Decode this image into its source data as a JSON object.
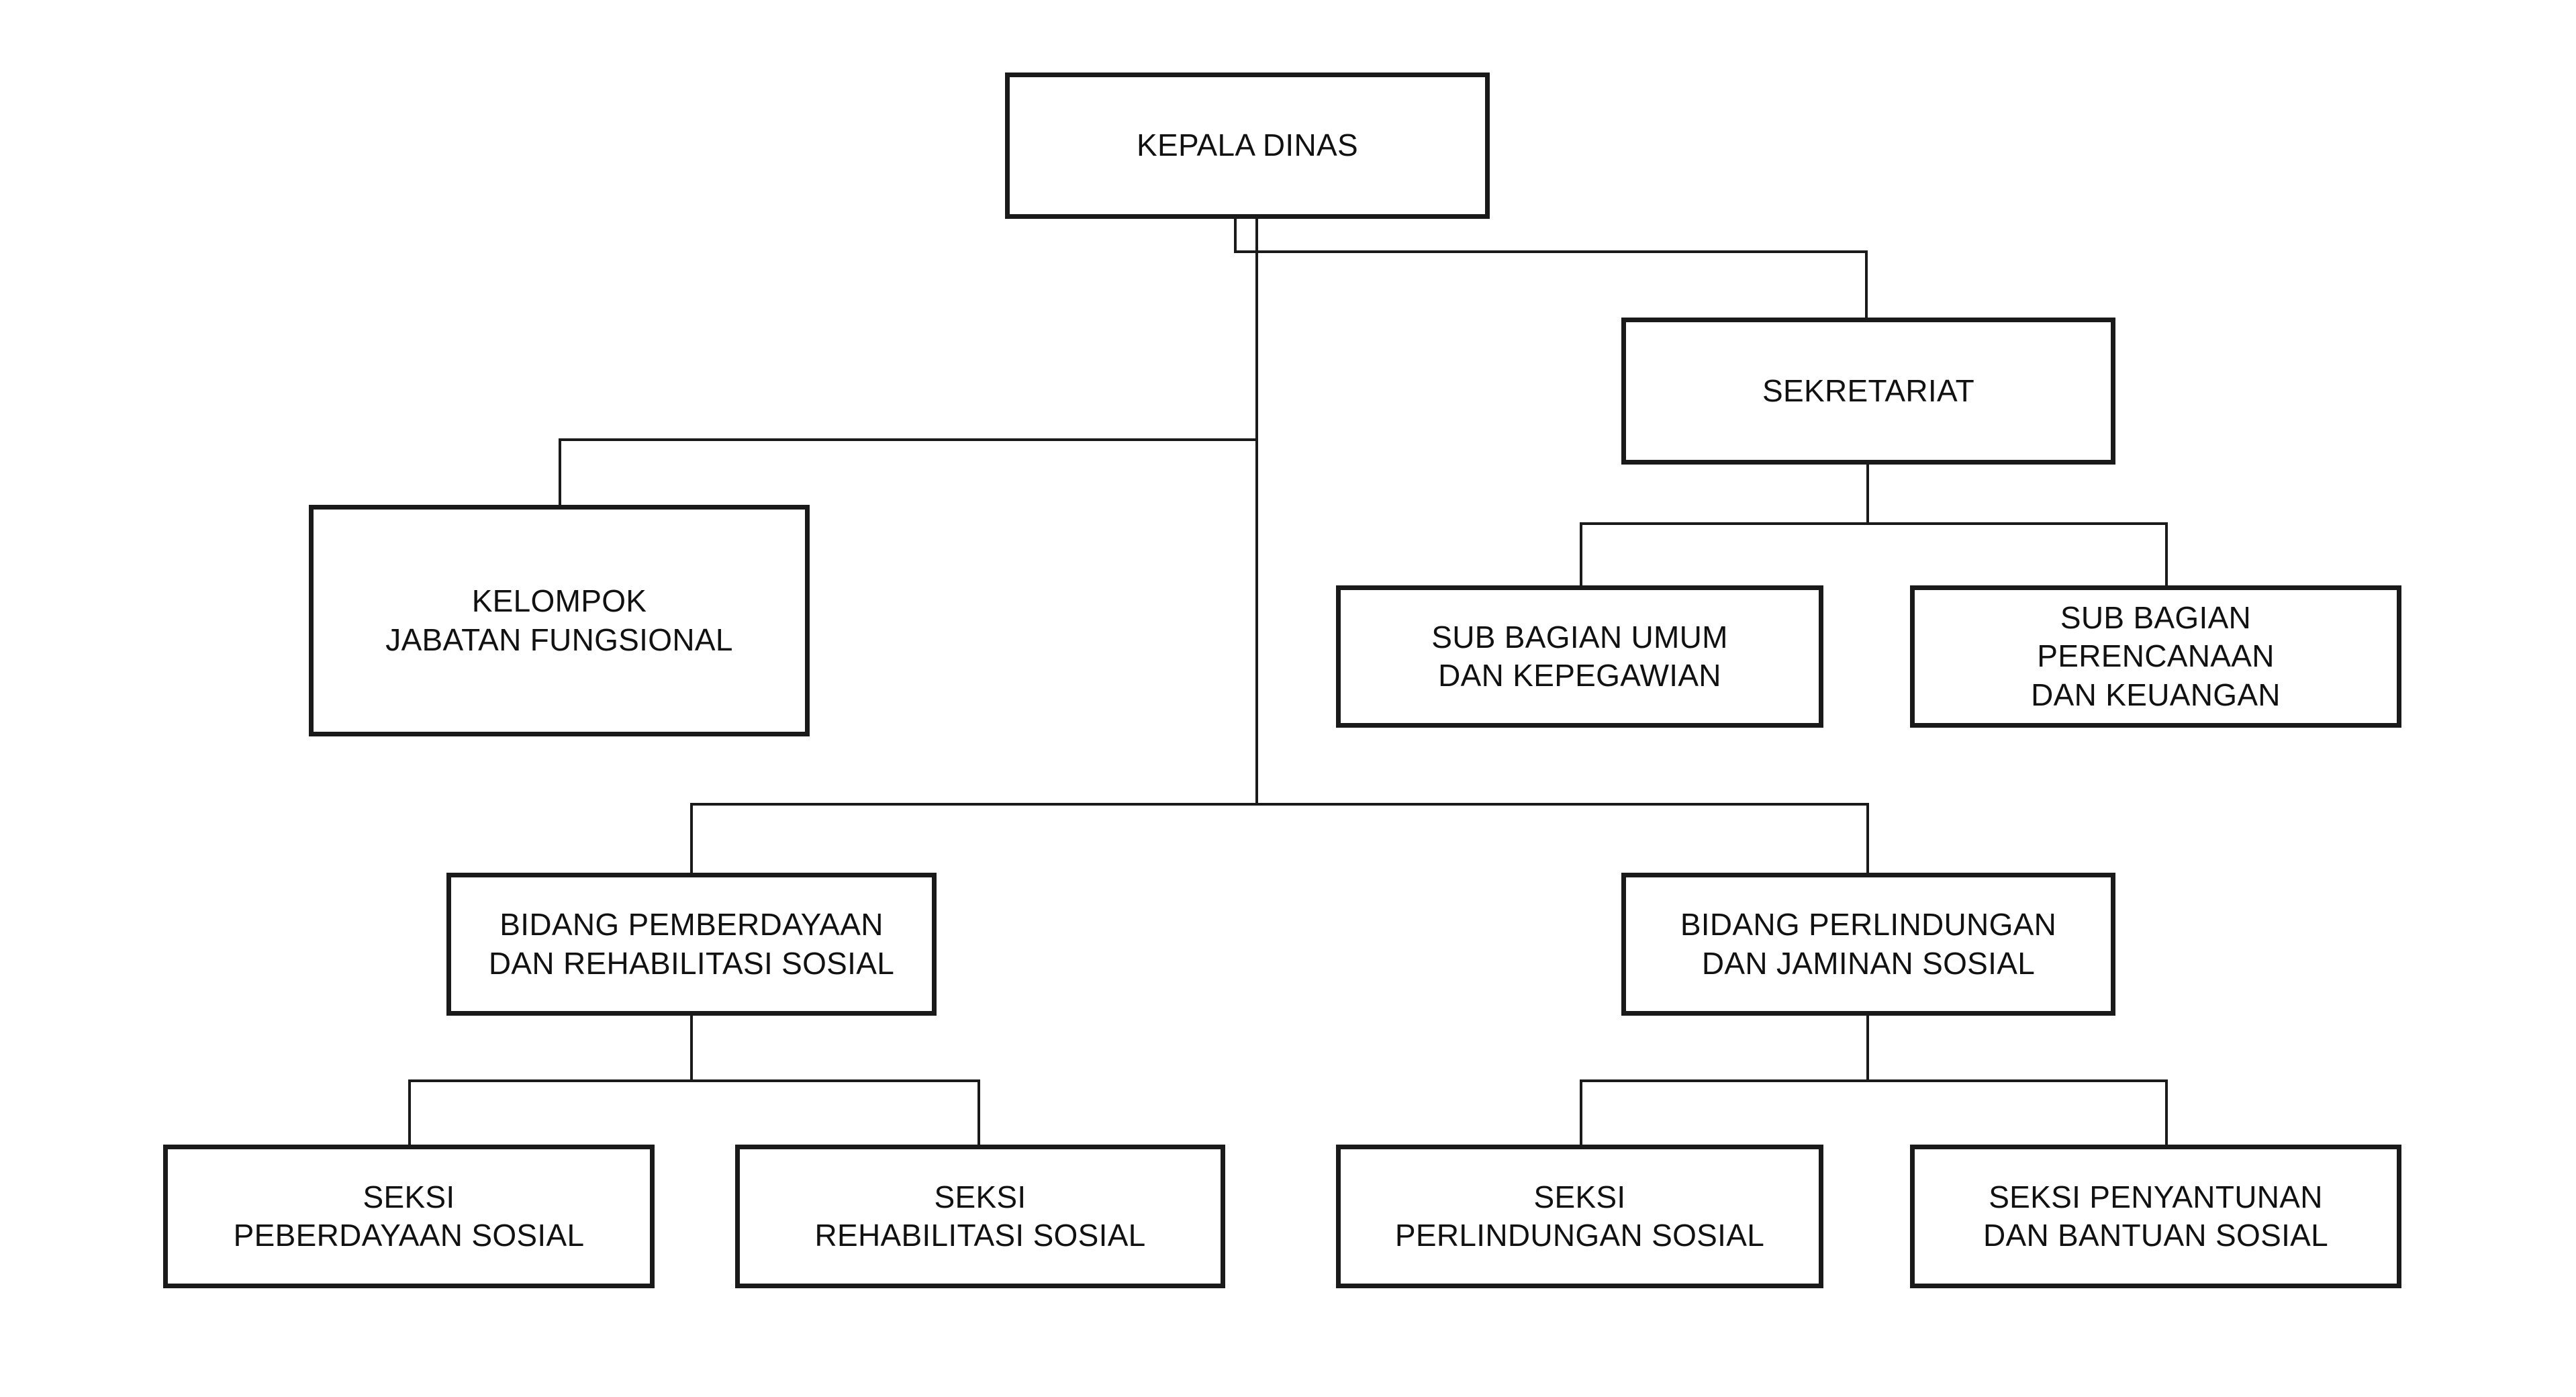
{
  "document": {
    "type": "organizational-chart",
    "background_color": "#ffffff",
    "line_color": "#1a1a1a",
    "text_color": "#111111"
  },
  "nodes": {
    "kepala_dinas": {
      "label": "KEPALA DINAS"
    },
    "sekretariat": {
      "label": "SEKRETARIAT"
    },
    "kelompok_jabatan_fungsional": {
      "label": "KELOMPOK\nJABATAN FUNGSIONAL"
    },
    "sub_bagian_umum": {
      "label": "SUB BAGIAN UMUM\nDAN KEPEGAWIAN"
    },
    "sub_bagian_perencanaan": {
      "label": "SUB BAGIAN\nPERENCANAAN\nDAN KEUANGAN"
    },
    "bidang_pemberdayaan": {
      "label": "BIDANG PEMBERDAYAAN\nDAN REHABILITASI SOSIAL"
    },
    "bidang_perlindungan": {
      "label": "BIDANG PERLINDUNGAN\nDAN JAMINAN SOSIAL"
    },
    "seksi_peberdayaan_sosial": {
      "label": "SEKSI\nPEBERDAYAAN SOSIAL"
    },
    "seksi_rehabilitasi_sosial": {
      "label": "SEKSI\nREHABILITASI SOSIAL"
    },
    "seksi_perlindungan_sosial": {
      "label": "SEKSI\nPERLINDUNGAN SOSIAL"
    },
    "seksi_penyantunan": {
      "label": "SEKSI PENYANTUNAN\nDAN BANTUAN SOSIAL"
    }
  },
  "hierarchy": {
    "root": "kepala_dinas",
    "edges": [
      {
        "from": "kepala_dinas",
        "to": "sekretariat"
      },
      {
        "from": "kepala_dinas",
        "to": "kelompok_jabatan_fungsional"
      },
      {
        "from": "kepala_dinas",
        "to": "bidang_pemberdayaan"
      },
      {
        "from": "kepala_dinas",
        "to": "bidang_perlindungan"
      },
      {
        "from": "sekretariat",
        "to": "sub_bagian_umum"
      },
      {
        "from": "sekretariat",
        "to": "sub_bagian_perencanaan"
      },
      {
        "from": "bidang_pemberdayaan",
        "to": "seksi_peberdayaan_sosial"
      },
      {
        "from": "bidang_pemberdayaan",
        "to": "seksi_rehabilitasi_sosial"
      },
      {
        "from": "bidang_perlindungan",
        "to": "seksi_perlindungan_sosial"
      },
      {
        "from": "bidang_perlindungan",
        "to": "seksi_penyantunan"
      }
    ]
  }
}
